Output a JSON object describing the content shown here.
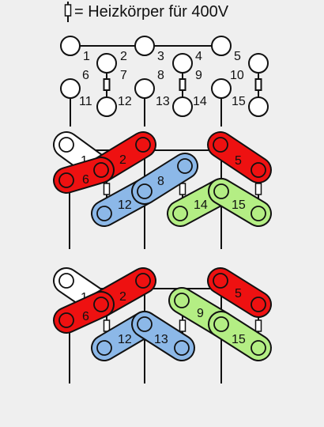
{
  "title": "= Heizkörper für  400V",
  "colors": {
    "background": "#efefef",
    "line": "#111111",
    "terminal_fill": "#ffffff",
    "red": "#ee1111",
    "blue": "#8cb8e8",
    "green": "#b4ee84",
    "white": "#ffffff"
  },
  "top_grid": {
    "numbers": [
      "1",
      "2",
      "3",
      "4",
      "5",
      "6",
      "7",
      "8",
      "9",
      "10",
      "11",
      "12",
      "13",
      "14",
      "15"
    ]
  },
  "diagram_1": {
    "bars": [
      {
        "name": "bar-1",
        "color": "white",
        "labels": [
          "1"
        ]
      },
      {
        "name": "bar-2",
        "color": "red",
        "labels": [
          "2"
        ]
      },
      {
        "name": "bar-6",
        "color": "red",
        "labels": [
          "6"
        ]
      },
      {
        "name": "bar-5",
        "color": "red",
        "labels": [
          "5"
        ]
      },
      {
        "name": "bar-12",
        "color": "blue",
        "labels": [
          "12"
        ]
      },
      {
        "name": "bar-8",
        "color": "blue",
        "labels": [
          "8"
        ]
      },
      {
        "name": "bar-14",
        "color": "green",
        "labels": [
          "14"
        ]
      },
      {
        "name": "bar-15",
        "color": "green",
        "labels": [
          "15"
        ]
      }
    ]
  },
  "diagram_2": {
    "bars": [
      {
        "name": "bar-1",
        "color": "white",
        "labels": [
          "1"
        ]
      },
      {
        "name": "bar-2",
        "color": "red",
        "labels": [
          "2"
        ]
      },
      {
        "name": "bar-6",
        "color": "red",
        "labels": [
          "6"
        ]
      },
      {
        "name": "bar-5",
        "color": "red",
        "labels": [
          "5"
        ]
      },
      {
        "name": "bar-12",
        "color": "blue",
        "labels": [
          "12"
        ]
      },
      {
        "name": "bar-13",
        "color": "blue",
        "labels": [
          "13"
        ]
      },
      {
        "name": "bar-9",
        "color": "green",
        "labels": [
          "9"
        ]
      },
      {
        "name": "bar-15",
        "color": "green",
        "labels": [
          "15"
        ]
      }
    ]
  }
}
